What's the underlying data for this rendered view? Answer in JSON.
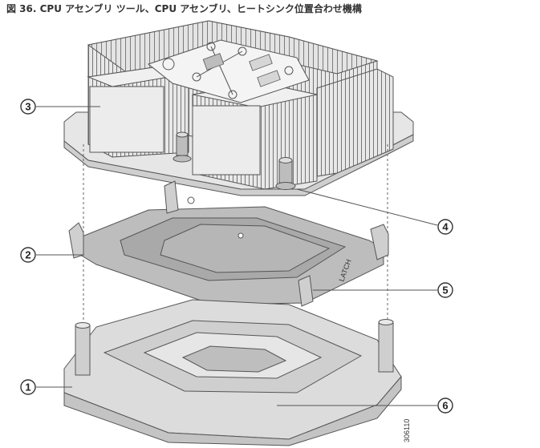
{
  "figure": {
    "title": "図 36. CPU アセンブリ ツール、CPU アセンブリ、ヒートシンク位置合わせ機構",
    "code": "306110"
  },
  "callouts": [
    {
      "id": "1",
      "label": "1"
    },
    {
      "id": "2",
      "label": "2"
    },
    {
      "id": "3",
      "label": "3"
    },
    {
      "id": "4",
      "label": "4"
    },
    {
      "id": "5",
      "label": "5"
    },
    {
      "id": "6",
      "label": "6"
    }
  ],
  "colors": {
    "outline": "#555555",
    "fill_light": "#e2e2e2",
    "fill_mid": "#c8c8c8",
    "fill_dark": "#a8a8a8",
    "socket_fill": "#dcdcdc"
  }
}
